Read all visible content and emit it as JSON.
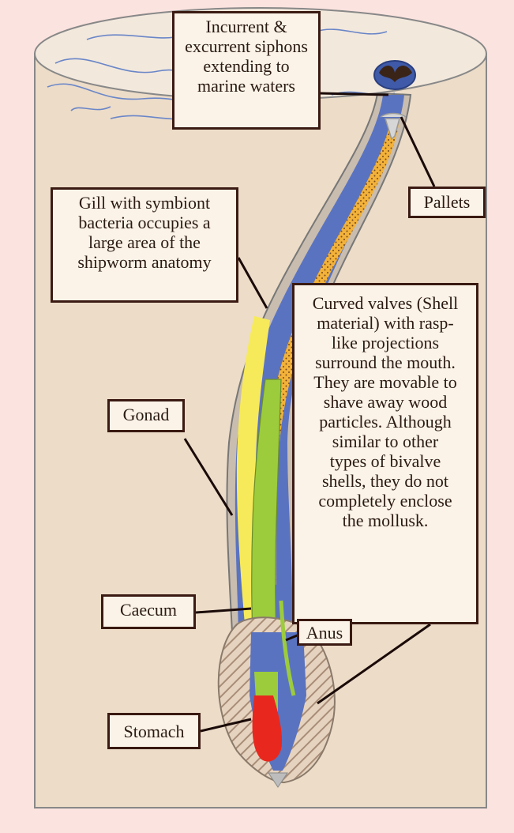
{
  "labels": {
    "siphons": [
      "Incurrent &",
      "excurrent siphons",
      "extending to",
      "marine waters"
    ],
    "pallets": "Pallets",
    "gill": [
      "Gill with symbiont",
      "bacteria occupies a",
      "large area of the",
      "shipworm anatomy"
    ],
    "valves": [
      "Curved valves (Shell",
      "material) with rasp-",
      "like projections",
      "surround the mouth.",
      "They are movable to",
      "shave away wood",
      "particles. Although",
      "similar to other",
      "types of bivalve",
      "shells, they do not",
      "completely enclose",
      "the mollusk."
    ],
    "gonad": "Gonad",
    "caecum": "Caecum",
    "anus": "Anus",
    "stomach": "Stomach"
  },
  "colors": {
    "background": "#fbe3df",
    "wood": "#ecdcc8",
    "wood_top": "#f2e8dc",
    "body_blue": "#5a73c0",
    "gill_orange": "#f2b23a",
    "gonad_yellow": "#f7ea5a",
    "caecum_green": "#9ccc3c",
    "stomach_red": "#e8281e",
    "shell_hatch": "#a88d78",
    "outline": "#3a1a12"
  }
}
